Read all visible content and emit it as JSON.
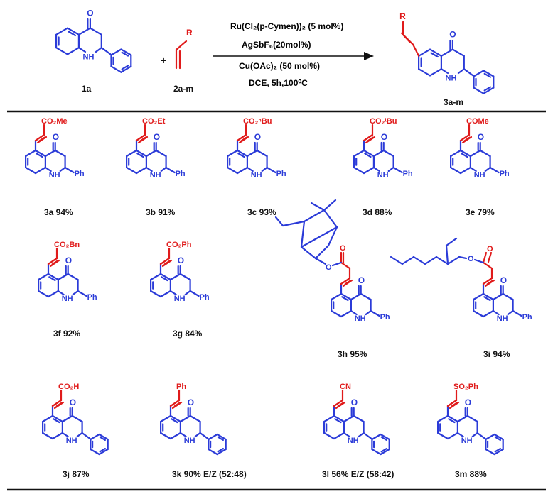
{
  "colors": {
    "bond": "#2b3bd8",
    "substituent": "#e01b1b",
    "reagent": "#1a9a1a",
    "text": "#111111",
    "rule": "#111111"
  },
  "reaction": {
    "reactant_1": "1a",
    "plus": "+",
    "reactant_2": "2a-m",
    "alkene_r": "R",
    "catalyst": "Ru(Cl₂(p-Cymen))₂ (5 mol%)",
    "additive": "AgSbF₆(20mol%)",
    "oxidant": "Cu(OAc)₂ (50 mol%)",
    "solvent_conditions": "DCE, 5h,100⁰C",
    "product": "3a-m",
    "product_r": "R"
  },
  "products": [
    {
      "id": "3a",
      "label": "3a 94%",
      "substituent": "CO₂Me",
      "phenyl": "Ph"
    },
    {
      "id": "3b",
      "label": "3b 91%",
      "substituent": "CO₂Et",
      "phenyl": "Ph"
    },
    {
      "id": "3c",
      "label": "3c 93%",
      "substituent": "CO₂ⁿBu",
      "phenyl": "Ph"
    },
    {
      "id": "3d",
      "label": "3d 88%",
      "substituent": "CO₂ᵗBu",
      "phenyl": "Ph"
    },
    {
      "id": "3e",
      "label": "3e 79%",
      "substituent": "COMe",
      "phenyl": "Ph"
    },
    {
      "id": "3f",
      "label": "3f 92%",
      "substituent": "CO₂Bn",
      "phenyl": "Ph"
    },
    {
      "id": "3g",
      "label": "3g 84%",
      "substituent": "CO₂Ph",
      "phenyl": "Ph"
    },
    {
      "id": "3h",
      "label": "3h 95%",
      "substituent": "",
      "phenyl": "Ph"
    },
    {
      "id": "3i",
      "label": "3i 94%",
      "substituent": "",
      "phenyl": "Ph"
    },
    {
      "id": "3j",
      "label": "3j 87%",
      "substituent": "CO₂H",
      "phenyl": ""
    },
    {
      "id": "3k",
      "label": "3k 90% E/Z (52:48)",
      "substituent": "Ph",
      "phenyl": ""
    },
    {
      "id": "3l",
      "label": "3l 56% E/Z (58:42)",
      "substituent": "CN",
      "phenyl": ""
    },
    {
      "id": "3m",
      "label": "3m  88%",
      "substituent": "SO₂Ph",
      "phenyl": ""
    }
  ],
  "atoms": {
    "oxygen": "O",
    "nh": "NH",
    "n": "N",
    "h": "H"
  }
}
